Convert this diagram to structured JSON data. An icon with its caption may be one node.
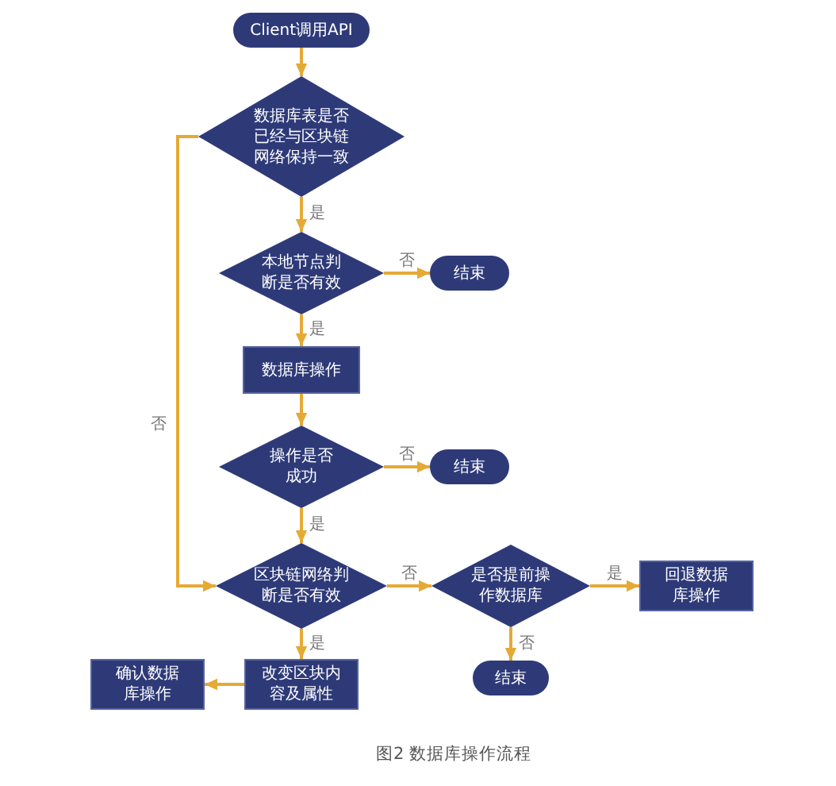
{
  "diagram": {
    "caption": "图2 数据库操作流程",
    "nodes": [
      {
        "text": [
          "Client调用API"
        ]
      },
      {
        "text": [
          "数据库表是否已经与区块链网络保持一致"
        ]
      },
      {
        "text": [
          "本地节点判断是否有效"
        ]
      },
      {
        "text": [
          "结束"
        ]
      },
      {
        "text": [
          "数据库操作"
        ]
      },
      {
        "text": [
          "操作是否成功"
        ]
      },
      {
        "text": [
          "结束"
        ]
      },
      {
        "text": [
          "区块链网络判断是否有效"
        ]
      },
      {
        "text": [
          "是否提前操作数据库"
        ]
      },
      {
        "text": [
          "回退数据库操作"
        ]
      },
      {
        "text": [
          "确认数据库操作"
        ]
      },
      {
        "text": [
          "改变区块内容及属性"
        ]
      },
      {
        "text": [
          "结束"
        ]
      }
    ],
    "edges": [
      {
        "from": 0,
        "to": 1,
        "arrow": "to"
      },
      {
        "from": 1,
        "to": 2,
        "arrow": "to",
        "label": "是"
      },
      {
        "from": 2,
        "to": 3,
        "arrow": "to",
        "label": "否"
      },
      {
        "from": 2,
        "to": 4,
        "arrow": "to",
        "label": "是"
      },
      {
        "from": 4,
        "to": 5,
        "arrow": "to"
      },
      {
        "from": 5,
        "to": 6,
        "arrow": "to",
        "label": "否"
      },
      {
        "from": 5,
        "to": 7,
        "arrow": "to",
        "label": "是"
      },
      {
        "from": 1,
        "to": 7,
        "arrow": "to",
        "label": "否"
      },
      {
        "from": 7,
        "to": 8,
        "arrow": "to",
        "label": "否"
      },
      {
        "from": 8,
        "to": 9,
        "arrow": "to",
        "label": "是"
      },
      {
        "from": 8,
        "to": 12,
        "arrow": "to",
        "label": "否"
      },
      {
        "from": 7,
        "to": 11,
        "arrow": "to",
        "label": "是"
      },
      {
        "from": 11,
        "to": 10,
        "arrow": "to"
      }
    ]
  }
}
